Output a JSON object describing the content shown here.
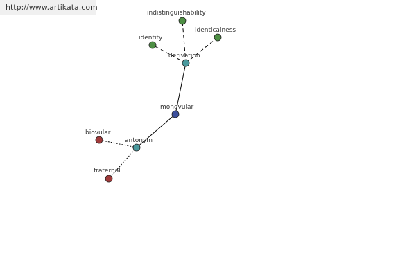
{
  "banner": {
    "url_text": "http://www.artikata.com"
  },
  "colors": {
    "hub": "#3c4f9c",
    "relation": "#4a9a9e",
    "synonym": "#4e8f44",
    "antonym_term": "#a03a3a",
    "edge": "#000000"
  },
  "nodes": [
    {
      "id": "monovular",
      "label": "monovular",
      "role": "hub"
    },
    {
      "id": "derivation",
      "label": "derivation",
      "role": "relation"
    },
    {
      "id": "antonym",
      "label": "antonym",
      "role": "relation"
    },
    {
      "id": "indistinguishability",
      "label": "indistinguishability",
      "role": "synonym"
    },
    {
      "id": "identity",
      "label": "identity",
      "role": "synonym"
    },
    {
      "id": "identicalness",
      "label": "identicalness",
      "role": "synonym"
    },
    {
      "id": "biovular",
      "label": "biovular",
      "role": "antonym_term"
    },
    {
      "id": "fraternal",
      "label": "fraternal",
      "role": "antonym_term"
    }
  ],
  "edges": [
    {
      "from": "monovular",
      "to": "derivation",
      "style": "solid"
    },
    {
      "from": "monovular",
      "to": "antonym",
      "style": "solid"
    },
    {
      "from": "derivation",
      "to": "indistinguishability",
      "style": "dashed"
    },
    {
      "from": "derivation",
      "to": "identity",
      "style": "dashed"
    },
    {
      "from": "derivation",
      "to": "identicalness",
      "style": "dashed"
    },
    {
      "from": "antonym",
      "to": "biovular",
      "style": "dotted"
    },
    {
      "from": "antonym",
      "to": "fraternal",
      "style": "dotted"
    }
  ]
}
